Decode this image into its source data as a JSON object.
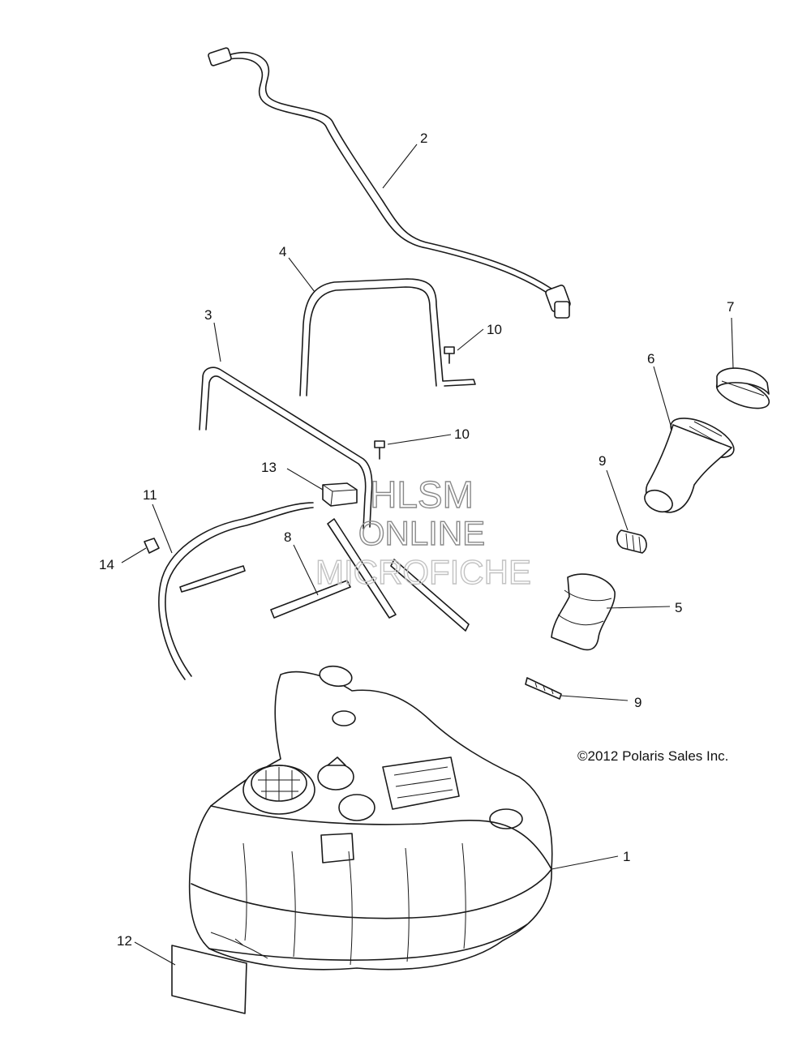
{
  "callouts": {
    "p1": "1",
    "p2": "2",
    "p3": "3",
    "p4": "4",
    "p5": "5",
    "p6": "6",
    "p7": "7",
    "p8": "8",
    "p9a": "9",
    "p9b": "9",
    "p10a": "10",
    "p10b": "10",
    "p11": "11",
    "p12": "12",
    "p13": "13",
    "p14": "14"
  },
  "copyright": "©2012 Polaris Sales Inc.",
  "watermark": {
    "line1": "HLSM",
    "line2": "ONLINE",
    "line3": "MICROFICHE"
  },
  "colors": {
    "line": "#1a1a1a",
    "background": "#ffffff",
    "watermark": "#8a8a8a"
  }
}
